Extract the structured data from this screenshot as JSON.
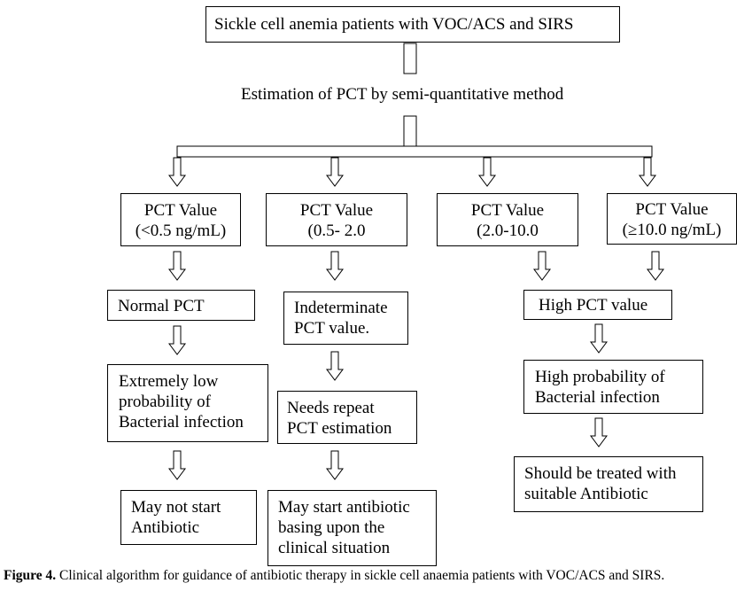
{
  "flowchart": {
    "start": "Sickle cell anemia patients with VOC/ACS and SIRS",
    "estimation": "Estimation of PCT by semi-quantitative method",
    "branches": [
      {
        "range_box": "PCT Value\n(<0.5 ng/mL)"
      },
      {
        "range_box": "PCT Value\n(0.5- 2.0"
      },
      {
        "range_box": "PCT Value\n(2.0-10.0"
      },
      {
        "range_box": "PCT Value\n(≥10.0 ng/mL)"
      }
    ],
    "low": {
      "status": "Normal PCT",
      "probability": "Extremely low\nprobability of\nBacterial infection",
      "action": "May not start\nAntibiotic"
    },
    "mid": {
      "status": "Indeterminate\nPCT value.",
      "next": "Needs repeat\nPCT estimation",
      "action": "May start antibiotic\nbasing upon the\nclinical situation"
    },
    "high": {
      "status": "High PCT value",
      "probability": "High probability of\nBacterial infection",
      "action": "Should be treated with\nsuitable Antibiotic"
    }
  },
  "caption": {
    "label": "Figure 4.",
    "text": " Clinical algorithm for guidance of antibiotic therapy in sickle cell anaemia patients with VOC/ACS and SIRS."
  }
}
